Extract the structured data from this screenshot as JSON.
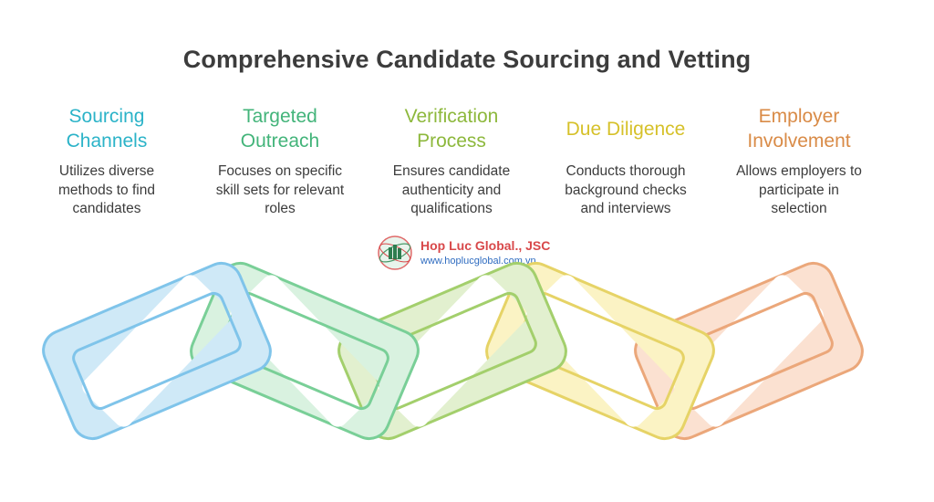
{
  "title": "Comprehensive Candidate Sourcing and Vetting",
  "steps": [
    {
      "title": "Sourcing\nChannels",
      "description": "Utilizes diverse\nmethods to find\ncandidates",
      "color": "#2bb3c8"
    },
    {
      "title": "Targeted\nOutreach",
      "description": "Focuses on specific\nskill sets for relevant\nroles",
      "color": "#43b47a"
    },
    {
      "title": "Verification\nProcess",
      "description": "Ensures candidate\nauthenticity and\nqualifications",
      "color": "#8db83c"
    },
    {
      "title": "Due Diligence",
      "description": "Conducts thorough\nbackground checks\nand interviews",
      "color": "#d6c12a"
    },
    {
      "title": "Employer\nInvolvement",
      "description": "Allows employers to\nparticipate in\nselection",
      "color": "#d98b47"
    }
  ],
  "links": [
    {
      "fill": "#cfe9f7",
      "stroke": "#7fc4ea"
    },
    {
      "fill": "#d9f2e0",
      "stroke": "#79cf97"
    },
    {
      "fill": "#e2f0cf",
      "stroke": "#a3cf6c"
    },
    {
      "fill": "#fbf3c4",
      "stroke": "#e6d366"
    },
    {
      "fill": "#fbe1d1",
      "stroke": "#eba77a"
    }
  ],
  "logo": {
    "name": "Hop Luc Global., JSC",
    "url": "www.hoplucglobal.com.vn",
    "icon": "globe-logo-icon"
  }
}
